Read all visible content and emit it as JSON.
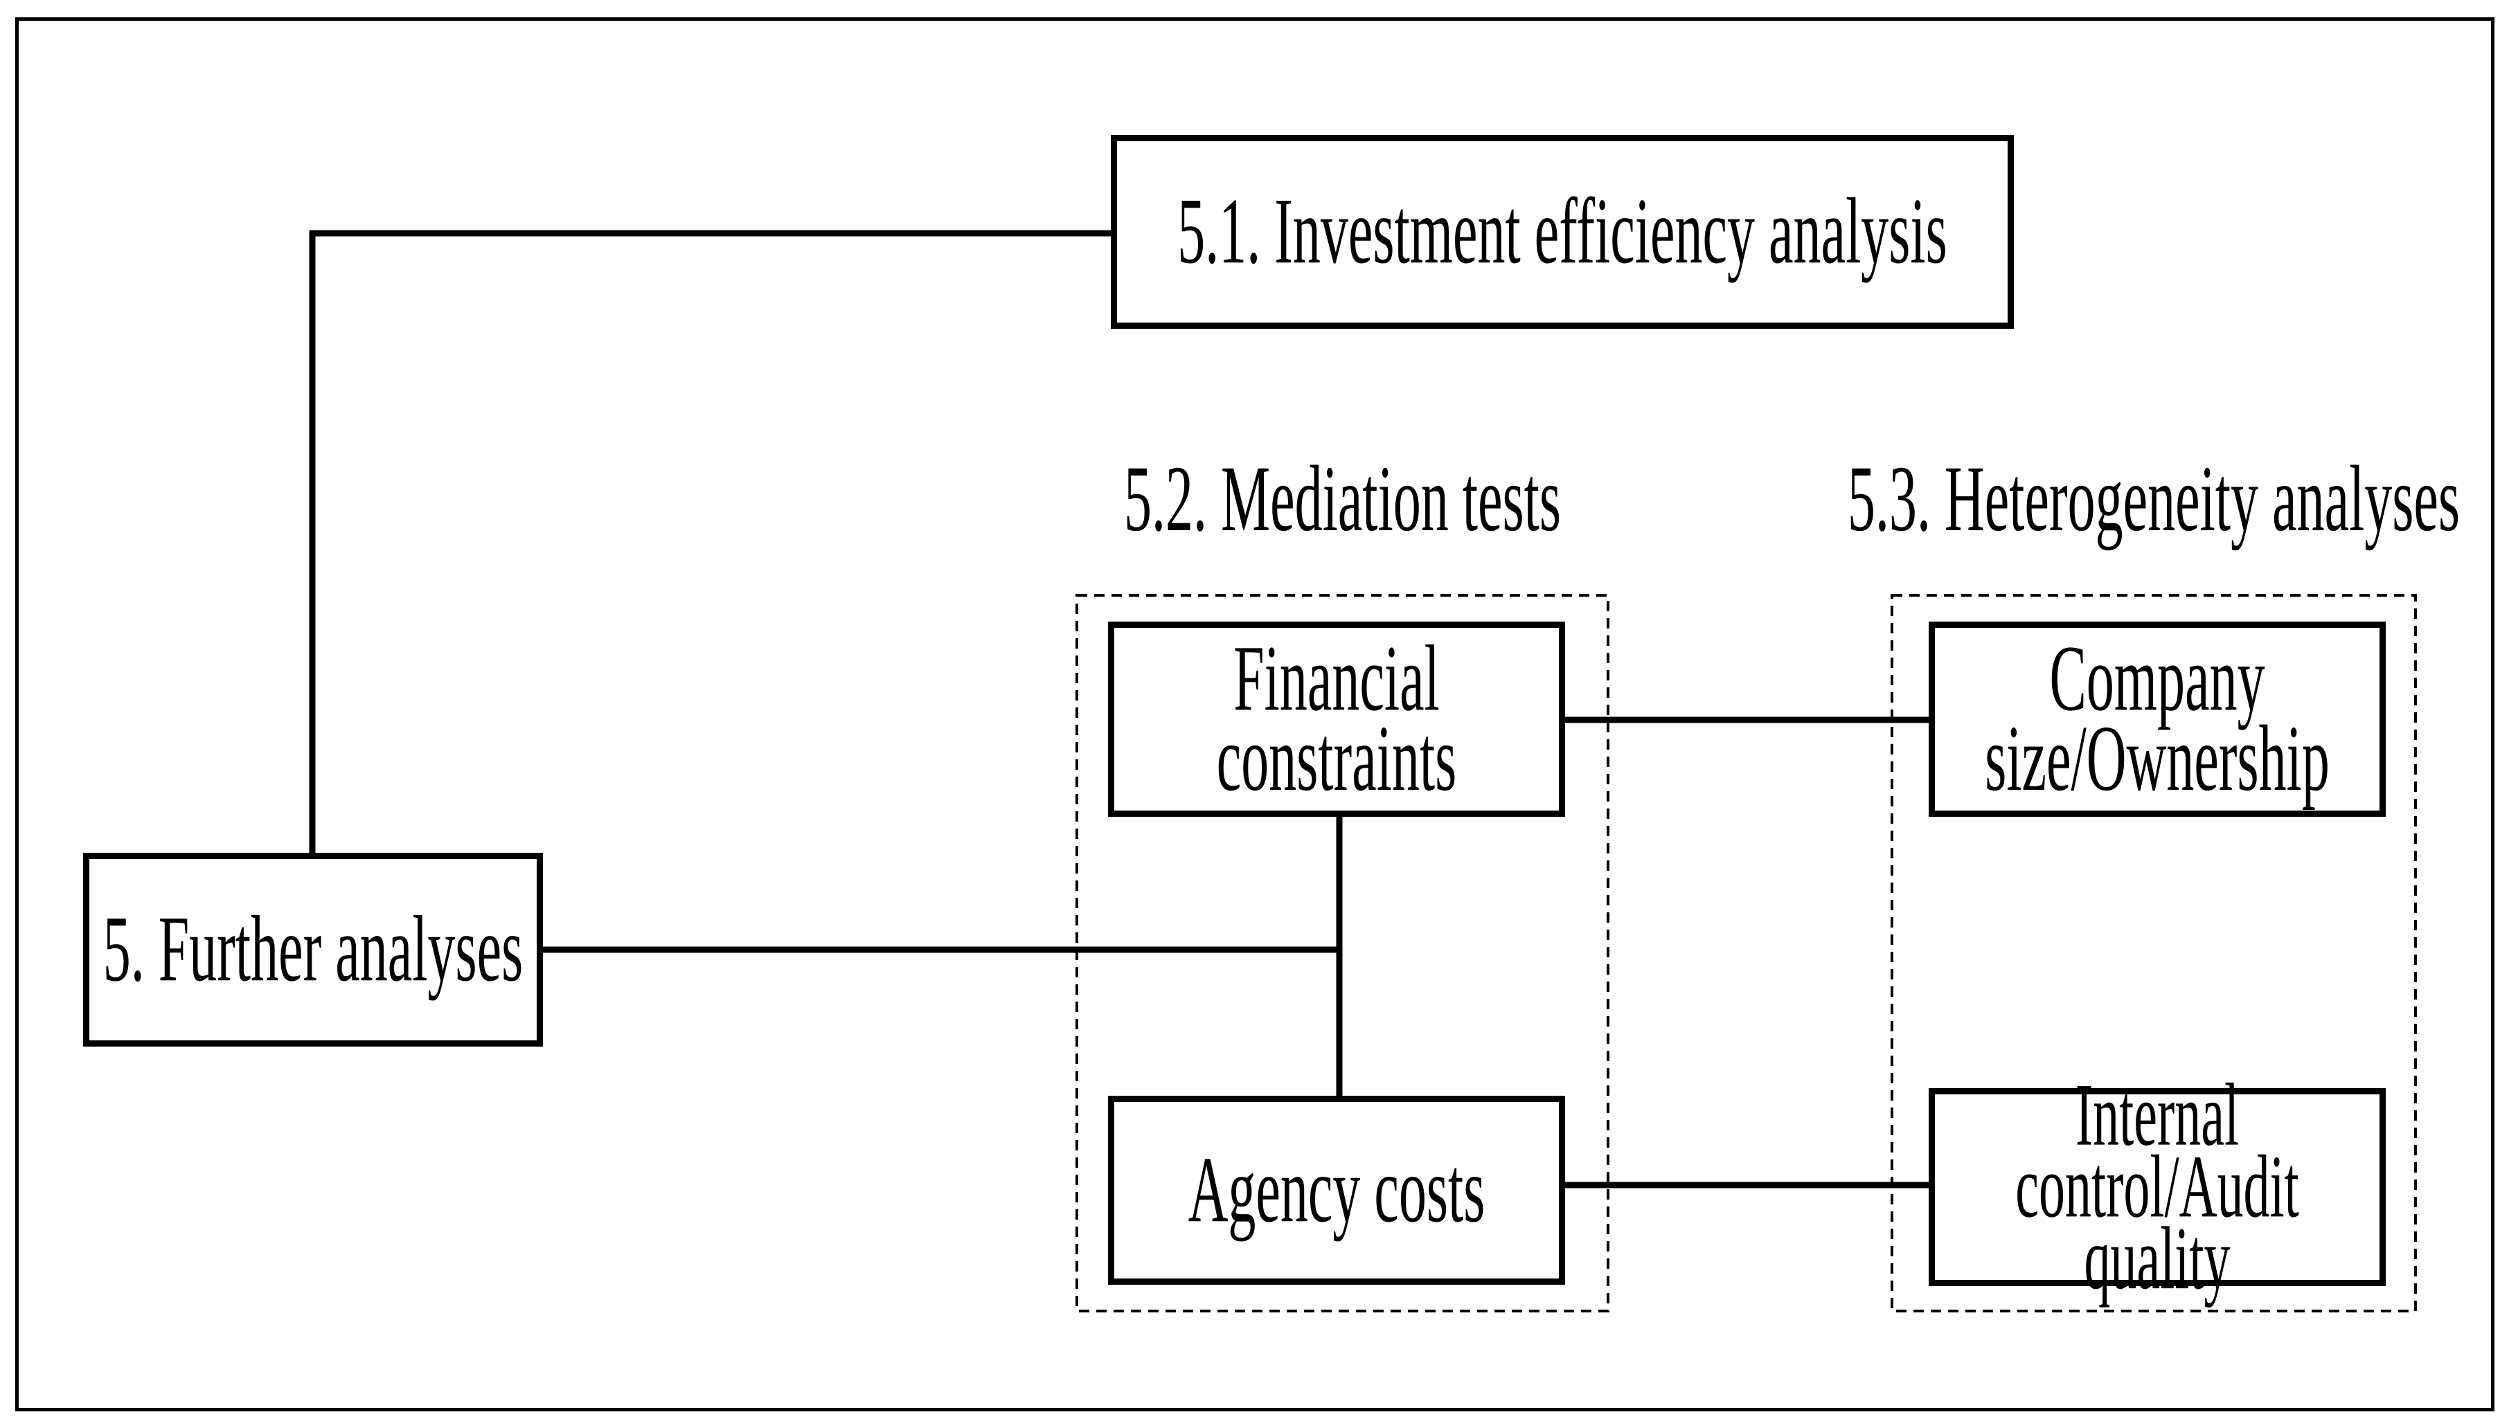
{
  "figure": {
    "background_color": "#ffffff",
    "ink_color": "#000000",
    "nodes": {
      "further_analyses": {
        "label": "5. Further analyses"
      },
      "investment_efficiency": {
        "label": "5.1. Investment efficiency analysis"
      },
      "financial_constraints": {
        "label": "Financial\nconstraints"
      },
      "agency_costs": {
        "label": "Agency costs"
      },
      "company_size_ownership": {
        "label": "Company\nsize/Ownership"
      },
      "internal_control_audit_quality": {
        "label": "Internal\ncontrol/Audit\nquality"
      }
    },
    "group_labels": {
      "mediation_tests": {
        "label": "5.2. Mediation tests"
      },
      "heterogeneity_analyses": {
        "label": "5.3. Heterogeneity analyses"
      }
    },
    "edges": [
      {
        "from": "5. Further analyses",
        "to": "5.1. Investment efficiency analysis",
        "style": "elbow-line"
      },
      {
        "from": "5. Further analyses",
        "to": "Financial constraints / Agency costs (5.2. Mediation tests)",
        "style": "straight-line"
      },
      {
        "from": "Financial constraints",
        "to": "Agency costs",
        "style": "straight-line"
      },
      {
        "from": "Financial constraints",
        "to": "Company size/Ownership",
        "style": "straight-line"
      },
      {
        "from": "Agency costs",
        "to": "Internal control/Audit quality",
        "style": "straight-line"
      }
    ]
  }
}
